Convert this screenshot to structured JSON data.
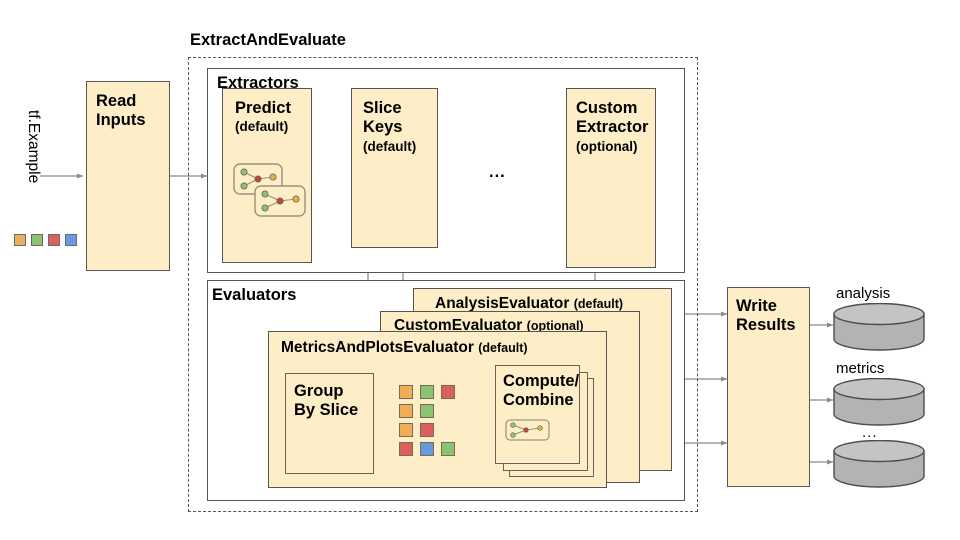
{
  "diagram": {
    "title_visible": false,
    "input_label": "tf.Example",
    "nodes": {
      "read_inputs": "Read Inputs",
      "write_results": "Write Results"
    },
    "groups": {
      "extract_and_evaluate": "ExtractAndEvaluate",
      "extractors": "Extractors",
      "evaluators": "Evaluators"
    },
    "extractors": [
      {
        "name": "Predict",
        "qualifier": "(default)",
        "has_graph_icon": true
      },
      {
        "name": "Slice\nKeys",
        "name_line1": "Slice",
        "name_line2": "Keys",
        "qualifier": "(default)",
        "has_graph_icon": false
      },
      {
        "ellipsis": "..."
      },
      {
        "name": "Custom Extractor",
        "name_line1": "Custom",
        "name_line2": "Extractor",
        "qualifier": "(optional)",
        "has_graph_icon": false
      }
    ],
    "evaluators": [
      {
        "name": "AnalysisEvaluator",
        "qualifier": "(default)"
      },
      {
        "name": "CustomEvaluator",
        "qualifier": "(optional)"
      },
      {
        "name": "MetricsAndPlotsEvaluator",
        "qualifier": "(default)"
      }
    ],
    "metrics_inner": {
      "group_by_slice_line1": "Group",
      "group_by_slice_line2": "By Slice",
      "compute_line1": "Compute/",
      "compute_line2": "Combine"
    },
    "slice_grid": [
      [
        "orange",
        "green",
        "red"
      ],
      [
        "orange",
        "green"
      ],
      [
        "orange",
        "red"
      ],
      [
        "red",
        "blue",
        "green"
      ]
    ],
    "input_chips": [
      "orange",
      "green",
      "red",
      "blue"
    ],
    "outputs": [
      {
        "label": "analysis"
      },
      {
        "label": "metrics"
      },
      {
        "label": "..."
      }
    ],
    "colors": {
      "orange": "#f0ad57",
      "green": "#8cc273",
      "red": "#d9605c",
      "blue": "#6699e0",
      "box_fill": "#fdeec8",
      "box_stroke": "#585450",
      "cylinder_fill": "#b3b3b3",
      "cylinder_top": "#c4c4c4",
      "arrow": "#8a8a8a"
    }
  }
}
